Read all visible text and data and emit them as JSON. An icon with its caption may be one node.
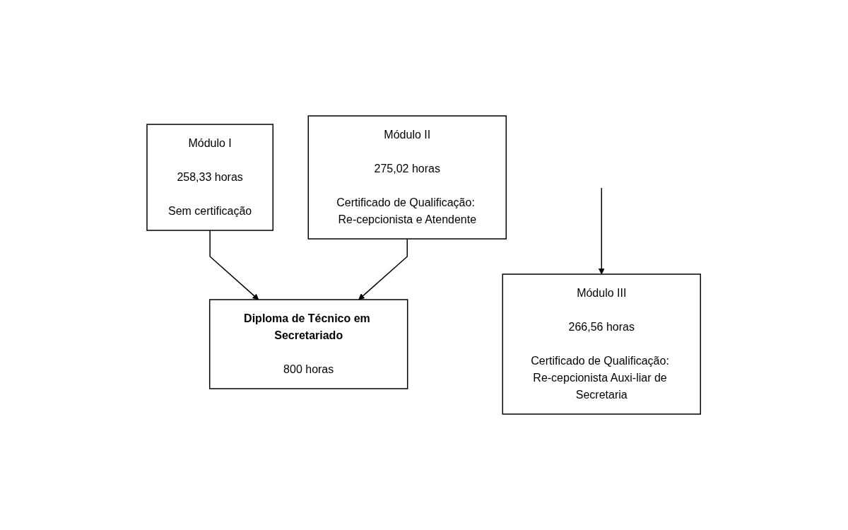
{
  "diagram": {
    "nodes": [
      {
        "text": [
          "Módulo I",
          "258,33 horas",
          "Sem certificação"
        ]
      },
      {
        "text": [
          "Módulo II",
          "275,02 horas",
          "Certificado de Qualificação: Re-cepcionista e Atendente"
        ]
      },
      {
        "text": [
          "Módulo III",
          "266,56 horas",
          "Certificado de Qualificação: Re-cepcionista Auxi-liar de Secretaria"
        ]
      },
      {
        "text": [
          "Diploma de Técnico em Secretariado",
          "800 horas"
        ]
      }
    ],
    "edges": [
      {
        "from": 0,
        "to": 3,
        "arrow": "to"
      },
      {
        "from": 1,
        "to": 3,
        "arrow": "to"
      },
      {
        "from": null,
        "to": 2,
        "arrow": "to"
      }
    ]
  }
}
